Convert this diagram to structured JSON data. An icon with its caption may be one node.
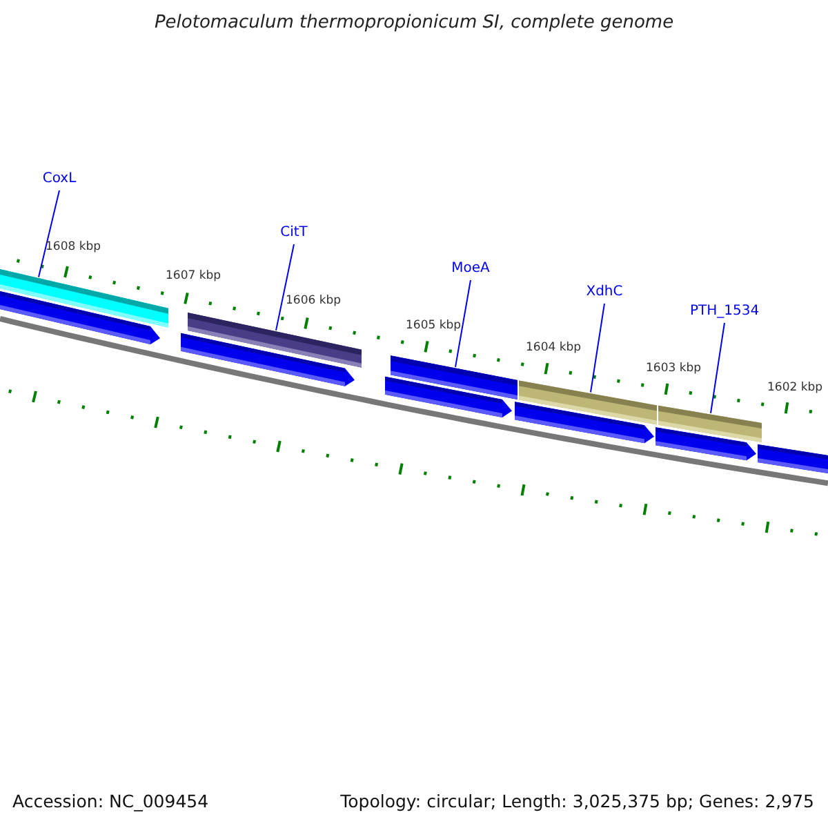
{
  "diagram": {
    "title": "Pelotomaculum thermopropionicum SI, complete genome",
    "nodes": [
      {
        "text": [
          "CoxL"
        ]
      },
      {
        "text": [
          "CitT"
        ]
      },
      {
        "text": [
          "MoeA"
        ]
      },
      {
        "text": [
          "XdhC"
        ]
      },
      {
        "text": [
          "PTH_1534"
        ]
      },
      {
        "text": [],
        "shape": "bar"
      },
      {
        "text": [],
        "shape": "bar"
      },
      {
        "text": [],
        "shape": "bar"
      },
      {
        "text": [],
        "shape": "bar"
      },
      {
        "text": [],
        "shape": "bar"
      },
      {
        "text": [],
        "shape": "arrow"
      },
      {
        "text": [],
        "shape": "arrow"
      },
      {
        "text": [],
        "shape": "arrow"
      },
      {
        "text": [],
        "shape": "arrow"
      },
      {
        "text": [],
        "shape": "arrow"
      },
      {
        "text": [],
        "shape": "arrow"
      }
    ],
    "edges": [
      {
        "from": 0,
        "to": 5,
        "arrow": "none"
      },
      {
        "from": 1,
        "to": 6,
        "arrow": "none"
      },
      {
        "from": 2,
        "to": 7,
        "arrow": "none"
      },
      {
        "from": 3,
        "to": 8,
        "arrow": "none"
      },
      {
        "from": 4,
        "to": 9,
        "arrow": "none"
      }
    ],
    "labels": [
      "1608 kbp",
      "1607 kbp",
      "1606 kbp",
      "1605 kbp",
      "1604 kbp",
      "1603 kbp",
      "1602 kbp",
      "Accession: NC_009454",
      "Topology: circular; Length: 3,025,375 bp; Genes: 2,975"
    ]
  }
}
